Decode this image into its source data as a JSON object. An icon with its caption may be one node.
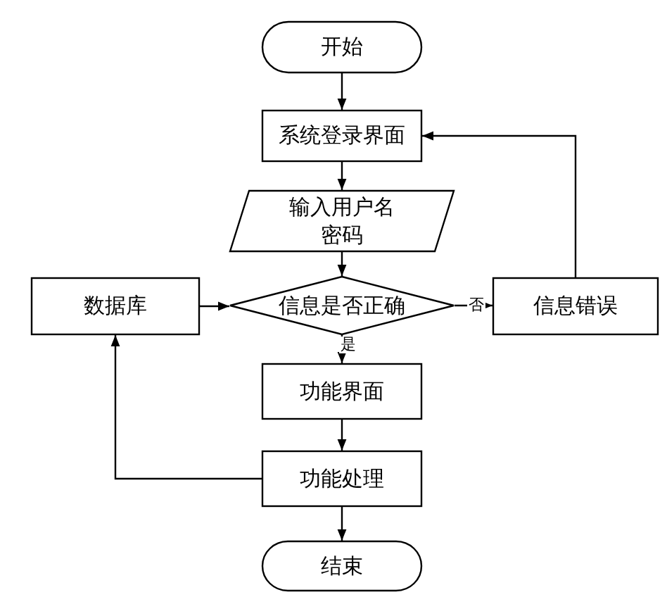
{
  "diagram": {
    "nodes": [
      {
        "text": [
          "开始"
        ]
      },
      {
        "text": [
          "系统登录界面"
        ]
      },
      {
        "text": [
          "输入用户名密码"
        ]
      },
      {
        "text": [
          "信息是否正确"
        ]
      },
      {
        "text": [
          "数据库"
        ]
      },
      {
        "text": [
          "信息错误"
        ]
      },
      {
        "text": [
          "功能界面"
        ]
      },
      {
        "text": [
          "功能处理"
        ]
      },
      {
        "text": [
          "结束"
        ]
      }
    ],
    "edges": [
      {
        "from": 0,
        "to": 1,
        "arrow": "to"
      },
      {
        "from": 1,
        "to": 2,
        "arrow": "to"
      },
      {
        "from": 2,
        "to": 3,
        "arrow": "to"
      },
      {
        "from": 4,
        "to": 3,
        "arrow": "to"
      },
      {
        "from": 3,
        "to": 5,
        "arrow": "to",
        "label": "否"
      },
      {
        "from": 5,
        "to": 1,
        "arrow": "to"
      },
      {
        "from": 3,
        "to": 6,
        "arrow": "to",
        "label": "是"
      },
      {
        "from": 6,
        "to": 7,
        "arrow": "to"
      },
      {
        "from": 7,
        "to": 4,
        "arrow": "to"
      },
      {
        "from": 7,
        "to": 8,
        "arrow": "to"
      }
    ]
  }
}
